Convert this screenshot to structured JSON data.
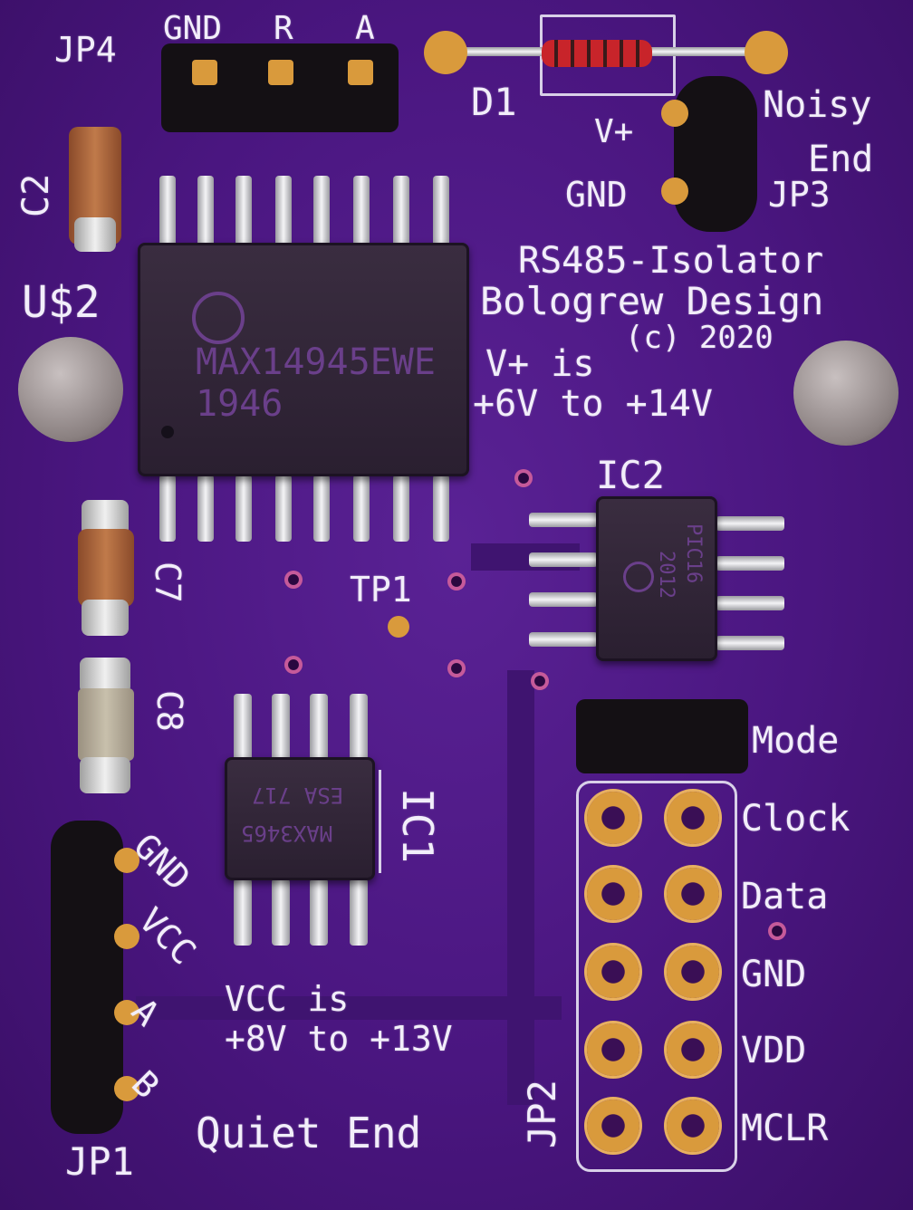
{
  "board": {
    "title": "RS485-Isolator",
    "designer": "Bologrew Design",
    "copyright": "(c) 2020",
    "vplus_note_line1": "V+ is",
    "vplus_note_line2": "+6V to +14V",
    "vcc_note_line1": "VCC is",
    "vcc_note_line2": "+8V to +13V",
    "quiet_end": "Quiet End",
    "noisy_end_line1": "Noisy",
    "noisy_end_line2": "End"
  },
  "jp4": {
    "label": "JP4",
    "pins": [
      "GND",
      "R",
      "A"
    ]
  },
  "jp3": {
    "label": "JP3",
    "pins": [
      "V+",
      "GND"
    ]
  },
  "jp1": {
    "label": "JP1",
    "pins": [
      "GND",
      "VCC",
      "A",
      "B"
    ]
  },
  "jp2": {
    "label": "JP2",
    "mode_label": "Mode",
    "pins": [
      "Clock",
      "Data",
      "GND",
      "VDD",
      "MCLR"
    ]
  },
  "components": {
    "d1": "D1",
    "c2": "C2",
    "c7": "C7",
    "c8": "C8",
    "u2": "U$2",
    "ic1": "IC1",
    "ic2": "IC2",
    "tp1": "TP1"
  },
  "chips": {
    "u2_marking_line1": "MAX14945EWE",
    "u2_marking_line2": "1946",
    "ic1_marking_line1": "ESA 717",
    "ic1_marking_line2": "MAX3465",
    "ic2_marking_line1": "PIC16",
    "ic2_marking_line2": "2012"
  },
  "colors": {
    "pcb": "#4a1680",
    "silkscreen": "#f2eefa",
    "pad": "#d99a3c"
  }
}
